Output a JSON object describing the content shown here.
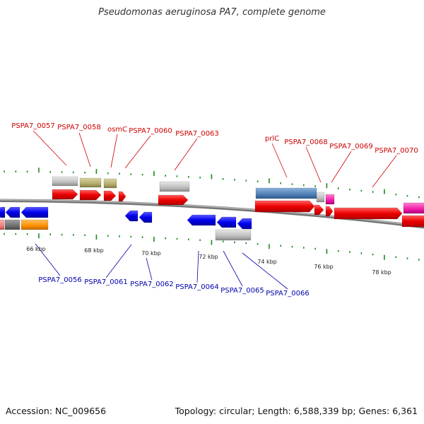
{
  "title": "Pseudomonas aeruginosa PA7, complete genome",
  "footer": {
    "accession": "Accession: NC_009656",
    "summary": "Topology: circular; Length: 6,588,339 bp; Genes: 6,361"
  },
  "colors": {
    "forward_label": "#cc0000",
    "reverse_label": "#0000aa",
    "tick": "#1a8a1a",
    "backbone": "#888888"
  },
  "scale_labels": [
    "66 kbp",
    "68 kbp",
    "70 kbp",
    "72 kbp",
    "74 kbp",
    "76 kbp",
    "78 kbp"
  ],
  "forward_genes": [
    {
      "label": "PSPA7_0057"
    },
    {
      "label": "PSPA7_0058"
    },
    {
      "label": "osmC"
    },
    {
      "label": "PSPA7_0060"
    },
    {
      "label": "PSPA7_0063"
    },
    {
      "label": "prlC"
    },
    {
      "label": "PSPA7_0068"
    },
    {
      "label": "PSPA7_0069"
    },
    {
      "label": "PSPA7_0070"
    }
  ],
  "reverse_genes": [
    {
      "label": "PSPA7_0056"
    },
    {
      "label": "PSPA7_0061"
    },
    {
      "label": "PSPA7_0062"
    },
    {
      "label": "PSPA7_0064"
    },
    {
      "label": "PSPA7_0065"
    },
    {
      "label": "PSPA7_0066"
    }
  ]
}
